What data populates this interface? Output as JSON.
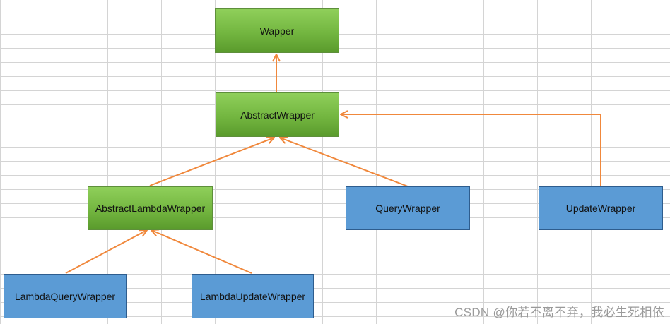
{
  "nodes": {
    "wapper": "Wapper",
    "abstract_wrapper": "AbstractWrapper",
    "abstract_lambda_wrapper": "AbstractLambdaWrapper",
    "query_wrapper": "QueryWrapper",
    "update_wrapper": "UpdateWrapper",
    "lambda_query_wrapper": "LambdaQueryWrapper",
    "lambda_update_wrapper": "LambdaUpdateWrapper"
  },
  "edges": [
    {
      "from": "abstract_wrapper",
      "to": "wapper"
    },
    {
      "from": "abstract_lambda_wrapper",
      "to": "abstract_wrapper"
    },
    {
      "from": "query_wrapper",
      "to": "abstract_wrapper"
    },
    {
      "from": "update_wrapper",
      "to": "abstract_wrapper"
    },
    {
      "from": "lambda_query_wrapper",
      "to": "abstract_lambda_wrapper"
    },
    {
      "from": "lambda_update_wrapper",
      "to": "abstract_lambda_wrapper"
    }
  ],
  "colors": {
    "green_node": "#73b640",
    "blue_node": "#5b9bd5",
    "arrow": "#f0883c",
    "grid": "#d4d4d4"
  },
  "watermark": "CSDN @你若不离不弃，我必生死相依"
}
